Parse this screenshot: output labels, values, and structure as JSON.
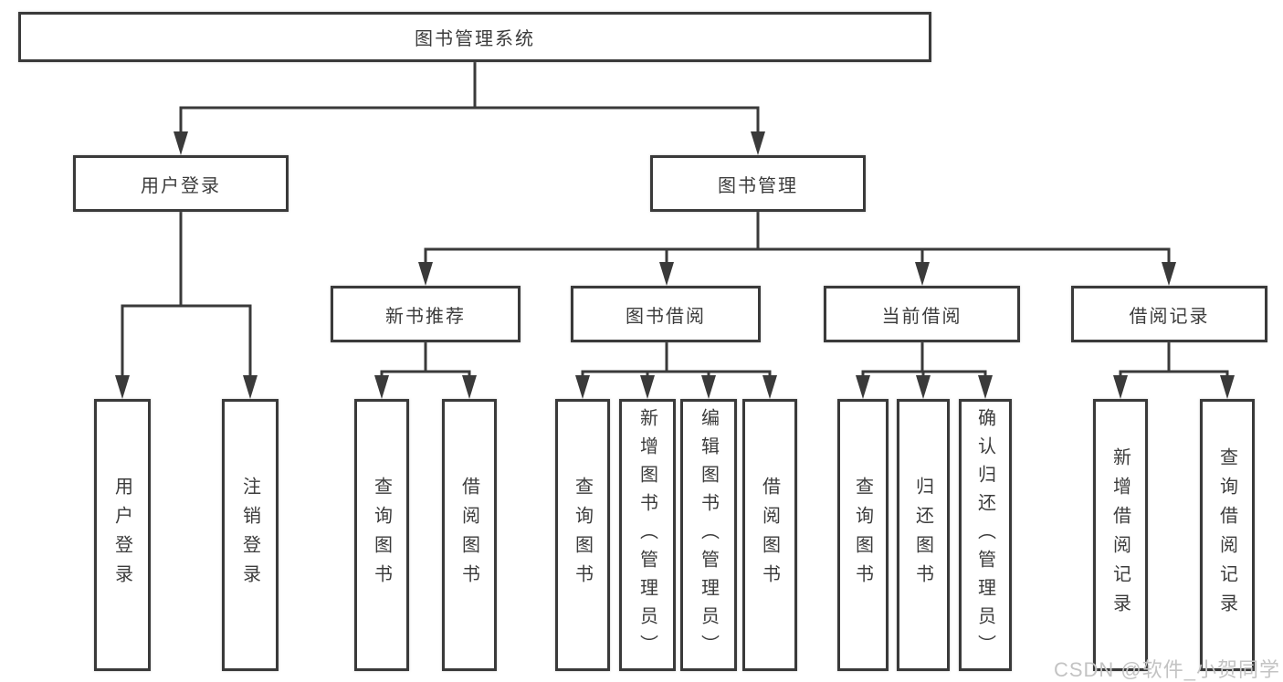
{
  "diagram": {
    "title": "图书管理系统",
    "nodes": {
      "root": {
        "label": "图书管理系统"
      },
      "user_login": {
        "label": "用户登录"
      },
      "book_mgmt": {
        "label": "图书管理"
      },
      "new_book_rec": {
        "label": "新书推荐"
      },
      "book_borrow": {
        "label": "图书借阅"
      },
      "current_borrow": {
        "label": "当前借阅"
      },
      "borrow_record": {
        "label": "借阅记录"
      },
      "leaf_user_login": {
        "label": "用户登录"
      },
      "leaf_logout": {
        "label": "注销登录"
      },
      "rec_query_book": {
        "label": "查询图书"
      },
      "rec_borrow_book": {
        "label": "借阅图书"
      },
      "bb_query_book": {
        "label": "查询图书"
      },
      "bb_add_book": {
        "label": "新增图书（管理员）"
      },
      "bb_edit_book": {
        "label": "编辑图书（管理员）"
      },
      "bb_borrow_book": {
        "label": "借阅图书"
      },
      "cb_query_book": {
        "label": "查询图书"
      },
      "cb_return_book": {
        "label": "归还图书"
      },
      "cb_confirm_return": {
        "label": "确认归还（管理员）"
      },
      "br_add_record": {
        "label": "新增借阅记录"
      },
      "br_query_record": {
        "label": "查询借阅记录"
      }
    },
    "edges": [
      [
        "root",
        "user_login"
      ],
      [
        "root",
        "book_mgmt"
      ],
      [
        "user_login",
        "leaf_user_login"
      ],
      [
        "user_login",
        "leaf_logout"
      ],
      [
        "book_mgmt",
        "new_book_rec"
      ],
      [
        "book_mgmt",
        "book_borrow"
      ],
      [
        "book_mgmt",
        "current_borrow"
      ],
      [
        "book_mgmt",
        "borrow_record"
      ],
      [
        "new_book_rec",
        "rec_query_book"
      ],
      [
        "new_book_rec",
        "rec_borrow_book"
      ],
      [
        "book_borrow",
        "bb_query_book"
      ],
      [
        "book_borrow",
        "bb_add_book"
      ],
      [
        "book_borrow",
        "bb_edit_book"
      ],
      [
        "book_borrow",
        "bb_borrow_book"
      ],
      [
        "current_borrow",
        "cb_query_book"
      ],
      [
        "current_borrow",
        "cb_return_book"
      ],
      [
        "current_borrow",
        "cb_confirm_return"
      ],
      [
        "borrow_record",
        "br_add_record"
      ],
      [
        "borrow_record",
        "br_query_record"
      ]
    ]
  },
  "watermark": {
    "text": "CSDN @软件_小贺同学"
  },
  "colors": {
    "line": "#3a3a3a",
    "box_border": "#3a3a3a",
    "box_fill": "#ffffff",
    "text": "#3c3c3c",
    "watermark": "#c3c3c3",
    "background": "#ffffff"
  }
}
